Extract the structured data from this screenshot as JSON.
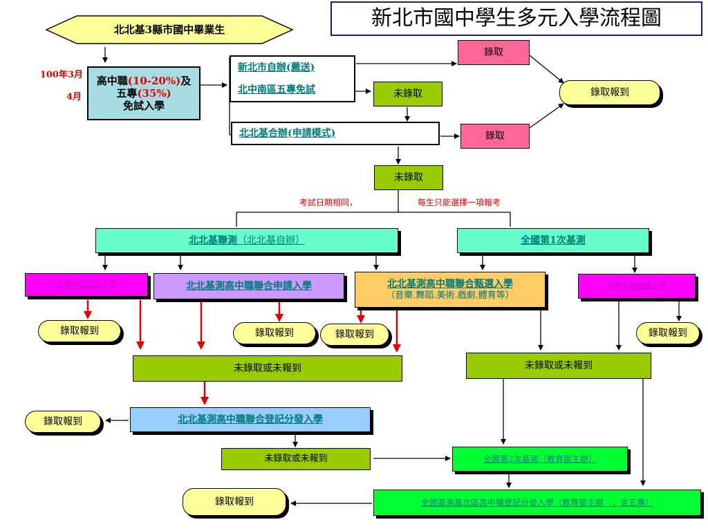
{
  "title": "新北市國中學生多元入學流程圖",
  "graduates": "北北基3縣市國中畢業生",
  "dates": {
    "mar": "100年3月",
    "apr": "4月"
  },
  "exam_free": {
    "line1_prefix": "高中職",
    "line1_pct": "(10-20%)",
    "line1_suffix": "及",
    "line2_prefix": "五專",
    "line2_pct": "(35%)",
    "line3": "免試入學"
  },
  "xinbei_self": "新北市自辦(薦送)",
  "five_year_free": "北中南區五專免試",
  "bbj_joint": "北北基合辦(申請模式)",
  "admitted": "錄取",
  "not_admitted": "未錄取",
  "report": "錄取報到",
  "note_left": "考試日期相同，",
  "note_right": "每生只能選擇一項報考",
  "bbj_test": {
    "name": "北北基聯測",
    "sub": "（北北基自辦）"
  },
  "national_test1": "全國第1次基測",
  "five_year_apply": "五專申請抽籤入學",
  "bbj_apply": "北北基測高中職聯合申請入學",
  "bbj_select": {
    "name": "北北基測高中職聯合甄選入學",
    "sub": "（音樂.舞蹈.美術.戲劇.體育等）"
  },
  "not_admitted_or_report": "未錄取或未報到",
  "bbj_register": "北北基測高中職聯合登記分發入學",
  "national_test2": {
    "name": "全國第2次基測",
    "sub": "（教育部主辦）"
  },
  "national_register": {
    "name": "全國基測基北區高中職登記分發入學",
    "sub": "（教育部主辦　，含五專）"
  }
}
